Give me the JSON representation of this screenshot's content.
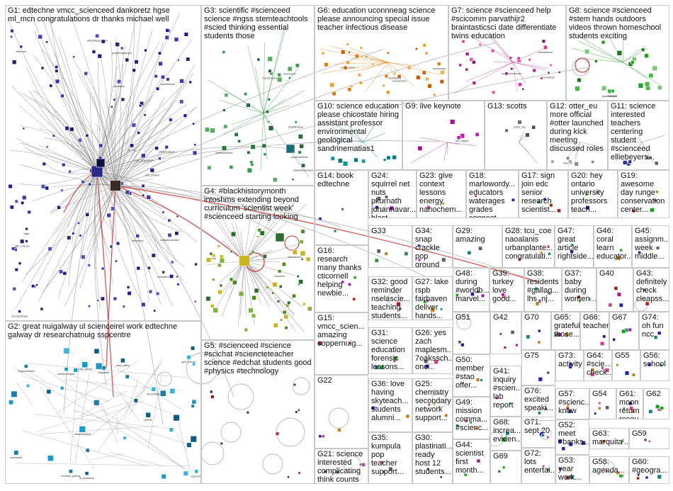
{
  "groups": [
    {
      "id": "g1",
      "label": "G1: edtechne vmcc_scienceed dankoretz hgse ml_mcn congratulations dr thanks michael well"
    },
    {
      "id": "g2",
      "label": "G2: great nuigalway ul scienceirel work edtechne galway dr researchatnuig sspcentre"
    },
    {
      "id": "g3",
      "label": "G3: scientific #scienceed science #ngss stemteachtools #scied thinking essential students those"
    },
    {
      "id": "g4",
      "label": "G4: #blackhistorymonth intoshms extending beyond curriculum 'scientist week' #scienceed starting looking"
    },
    {
      "id": "g5",
      "label": "G5: #scienceed #science #scichat #sciencteteacher science #edchat students good #physics #technology"
    },
    {
      "id": "g6",
      "label": "G6: education uconnneag science please announcing special issue teacher infectious disease"
    },
    {
      "id": "g7",
      "label": "G7: science #scienceed help #scicomm parvathijr2 braintasticsci date differentiate twins education"
    },
    {
      "id": "g8",
      "label": "G8: science #scienceed #stem hands outdoors videos thrown homeschool students exciting"
    },
    {
      "id": "g9",
      "label": "G9: live keynote"
    },
    {
      "id": "g10",
      "label": "G10: science education please chicostate hiring assistant professor environmental geological sandrinematias1"
    },
    {
      "id": "g11",
      "label": "G11: science interested teachers centering student #scienceed elliebeyers..."
    },
    {
      "id": "g12",
      "label": "G12: otter_eu more official #otter launched during kick meeting discussed roles"
    },
    {
      "id": "g13",
      "label": "G13: scotts"
    },
    {
      "id": "g14",
      "label": "G14: book edtechne"
    },
    {
      "id": "g15",
      "label": "G15: vmcc_scien... amazing coppernuig..."
    },
    {
      "id": "g16",
      "label": "G16: research many thanks cticornell helping newbie..."
    },
    {
      "id": "g17",
      "label": "G17: sign join edc senior research scientist..."
    },
    {
      "id": "g18",
      "label": "G18: marlowordy... educators waterages grades connect..."
    },
    {
      "id": "g19",
      "label": "G19: awesome day runge conservation center..."
    },
    {
      "id": "g20",
      "label": "G20: hey ontario university professors teach..."
    },
    {
      "id": "g21",
      "label": "G21: science interested complicating think counts engaging..."
    },
    {
      "id": "g22",
      "label": "G22"
    },
    {
      "id": "g23",
      "label": "G23: give context lessons energy nanochem..."
    },
    {
      "id": "g24",
      "label": "G24: squirrel net nuts pkurnath johannavar... blast..."
    },
    {
      "id": "g25",
      "label": "G25: chemistry secondary network support..."
    },
    {
      "id": "g26",
      "label": "G26: yes zach maplesm... 7oakssch... one..."
    },
    {
      "id": "g27",
      "label": "G27: lake rspb fairhaven deliver hands..."
    },
    {
      "id": "g28",
      "label": "G28: tcu_coe naoalanis urbanplante... congratulati..."
    },
    {
      "id": "g29",
      "label": "G29: amazing"
    },
    {
      "id": "g30",
      "label": "G30: plastinati... ready host 12 students..."
    },
    {
      "id": "g31",
      "label": "G31: science education forensic lessons..."
    },
    {
      "id": "g32",
      "label": "G32: good reminder nselascie... teaching students..."
    },
    {
      "id": "g33",
      "label": "G33"
    },
    {
      "id": "g34",
      "label": "G34: snap crackle pop ground breaking..."
    },
    {
      "id": "g35",
      "label": "G35: kumpula pop teacher support..."
    },
    {
      "id": "g36",
      "label": "G36: love having skyteach... students alumni..."
    },
    {
      "id": "g37",
      "label": "G37: baby during women..."
    },
    {
      "id": "g38",
      "label": "G38: residents #gallag... lhs_nj..."
    },
    {
      "id": "g39",
      "label": "G39: turkey love good..."
    },
    {
      "id": "g40",
      "label": "G40"
    },
    {
      "id": "g41",
      "label": "G41: inquiry #scien... lab report"
    },
    {
      "id": "g42",
      "label": "G42"
    },
    {
      "id": "g43",
      "label": "G43: definitely check cleapss..."
    },
    {
      "id": "g44",
      "label": "G44: scientist first month..."
    },
    {
      "id": "g45",
      "label": "G45: assignm... week middle..."
    },
    {
      "id": "g46",
      "label": "G46: coral learn educator..."
    },
    {
      "id": "g47",
      "label": "G47: great article rightside..."
    },
    {
      "id": "g48",
      "label": "G48: during #worldb... marvel..."
    },
    {
      "id": "g49",
      "label": "G49: mission comma... #scienc..."
    },
    {
      "id": "g50",
      "label": "G50: member #stao offer..."
    },
    {
      "id": "g51",
      "label": "G51"
    },
    {
      "id": "g52",
      "label": "G52: meet #banks..."
    },
    {
      "id": "g53",
      "label": "G53: year work..."
    },
    {
      "id": "g54",
      "label": "G54"
    },
    {
      "id": "g55",
      "label": "G55"
    },
    {
      "id": "g56",
      "label": "G56: school"
    },
    {
      "id": "g57",
      "label": "G57: #scienc... know"
    },
    {
      "id": "g58",
      "label": "G58: agenda..."
    },
    {
      "id": "g59",
      "label": "G59"
    },
    {
      "id": "g60",
      "label": "G60: #geogra..."
    },
    {
      "id": "g61",
      "label": "G61: moon return resou..."
    },
    {
      "id": "g62",
      "label": "G62"
    },
    {
      "id": "g63",
      "label": "G63: marquita'..."
    },
    {
      "id": "g64",
      "label": "G64: #scie... check..."
    },
    {
      "id": "g65",
      "label": "G65: grateful those..."
    },
    {
      "id": "g66",
      "label": "G66: teacher"
    },
    {
      "id": "g67",
      "label": "G67"
    },
    {
      "id": "g68",
      "label": "G68: increa... eviden..."
    },
    {
      "id": "g69",
      "label": "G69"
    },
    {
      "id": "g70",
      "label": "G70"
    },
    {
      "id": "g71",
      "label": "G71: sept 20"
    },
    {
      "id": "g72",
      "label": "G72: lots entertai..."
    },
    {
      "id": "g73",
      "label": "G73: activity"
    },
    {
      "id": "g74",
      "label": "G74: oh fun ncc"
    },
    {
      "id": "g75",
      "label": "G75"
    },
    {
      "id": "g76",
      "label": "G76: excited speaki..."
    }
  ],
  "node_labels": {
    "g1": [
      "edtechne",
      "vmcc_scienceed",
      "dankoretz",
      "hgse",
      "ml_mcn",
      "scienceirel",
      "gcambridgepsych",
      "sidneyzeni",
      "phd_student",
      "manyocabeer",
      "stfmartingsciencei",
      "ollie_science",
      "bursarystmary",
      "ericebimeyer",
      "caldwellvanmeer"
    ],
    "g2": [
      "nuigalway",
      "researchatnuig",
      "sspcentre",
      "galway",
      "scienceirel",
      "ulmkennedydsc",
      "jack_mcnulty",
      "dr_lisadunne",
      "theguhistorical",
      "hollie_elevan",
      "drchrismiller",
      "mary_bailey",
      "formtecs_galway"
    ],
    "g3": [
      "stemteachtools",
      "jmgriffinmcxp",
      "edwardwassmann",
      "kamrmarch",
      "jonathanfsmith",
      "marcynewsome"
    ],
    "g4": [
      "intoshms",
      "bradosman1",
      "ardfrcsal"
    ],
    "g6": [
      "uconnneag",
      "sashanature",
      "ebroaetchoo",
      "myscholar1"
    ],
    "g7": [
      "parvathijr2",
      "braintasticsci",
      "schiefwoodhouse"
    ],
    "g8": [
      "nasaedu",
      "rjowensmash"
    ],
    "g9": [
      "eric_rappen"
    ],
    "g12": [
      "otter_eu"
    ],
    "g13": [
      "scotts_mqt"
    ]
  }
}
